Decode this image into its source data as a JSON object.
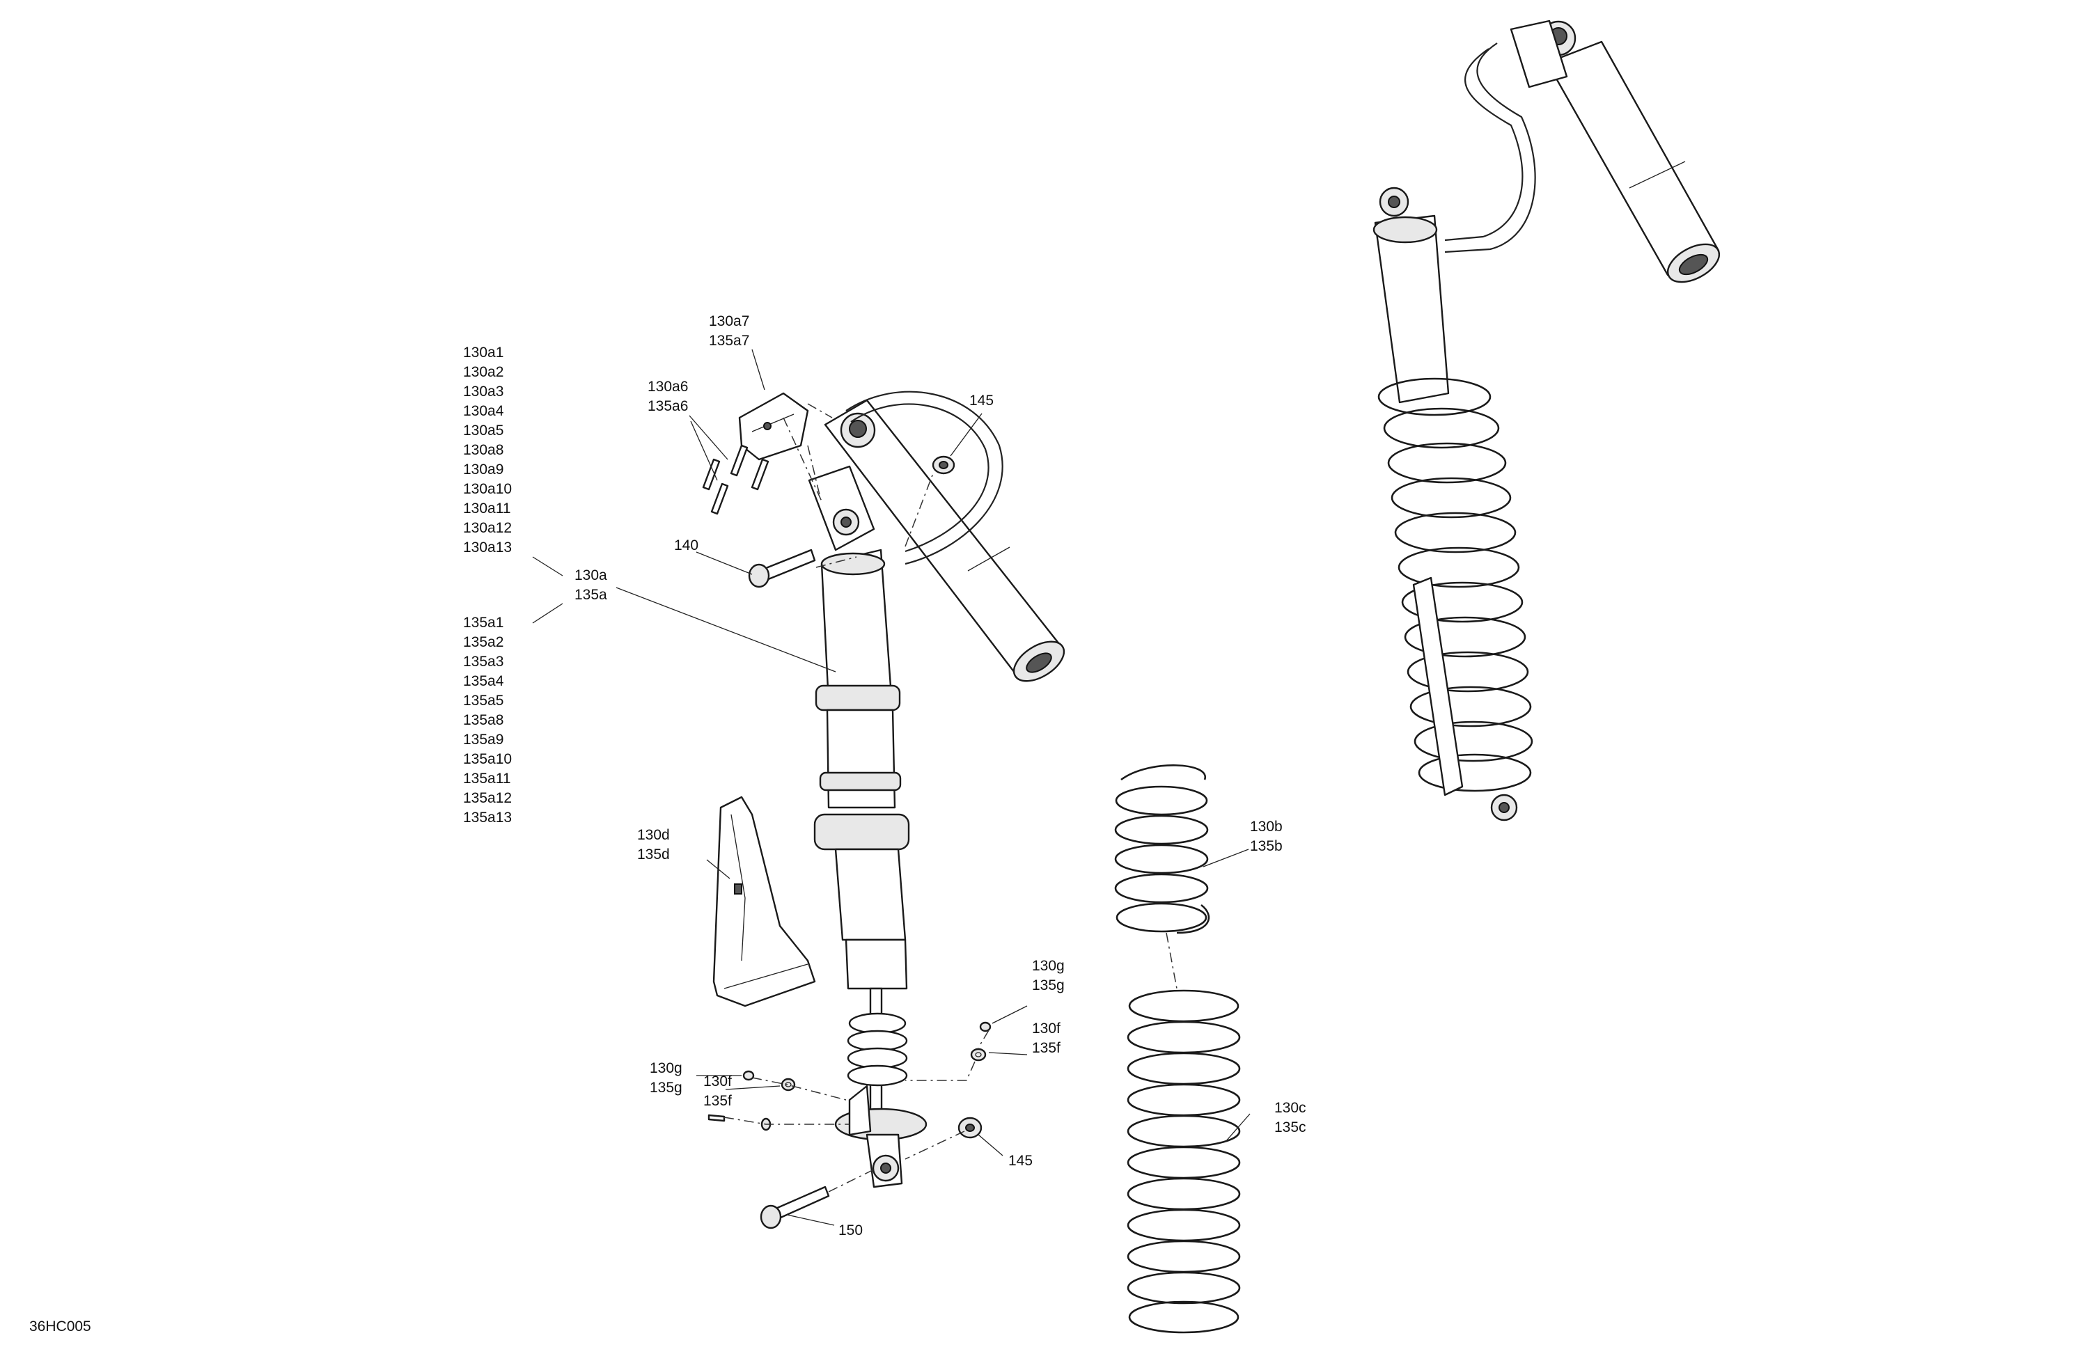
{
  "diagram_id": "36HC005",
  "callouts": {
    "list_130a": [
      "130a1",
      "130a2",
      "130a3",
      "130a4",
      "130a5",
      "130a8",
      "130a9",
      "130a10",
      "130a11",
      "130a12",
      "130a13"
    ],
    "list_135a": [
      "135a1",
      "135a2",
      "135a3",
      "135a4",
      "135a5",
      "135a8",
      "135a9",
      "135a10",
      "135a11",
      "135a12",
      "135a13"
    ],
    "shock_130a": "130a",
    "shock_135a": "135a",
    "bracket_130a7": "130a7",
    "bracket_135a7": "135a7",
    "screws_130a6": "130a6",
    "screws_135a6": "135a6",
    "nut_145_top": "145",
    "bolt_140": "140",
    "guard_130d": "130d",
    "guard_135d": "135d",
    "spring_130b": "130b",
    "spring_135b": "135b",
    "spring_130c": "130c",
    "spring_135c": "135c",
    "screw_130g_right": "130g",
    "screw_135g_right": "135g",
    "washer_130f_right": "130f",
    "washer_135f_right": "135f",
    "screw_130g_left": "130g",
    "screw_135g_left": "135g",
    "washer_130f_left": "130f",
    "washer_135f_left": "135f",
    "nut_145_bottom": "145",
    "bolt_150": "150"
  }
}
